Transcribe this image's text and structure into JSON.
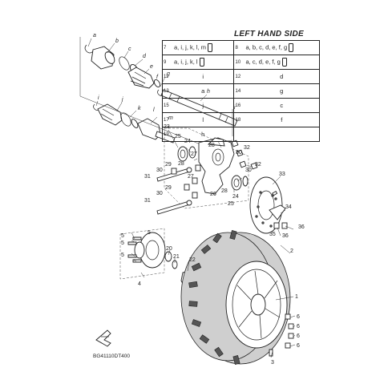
{
  "legend": {
    "title": "LEFT HAND SIDE",
    "row1": [
      {
        "num": "7",
        "val": "a, i, j, k, l, m",
        "icon": "grease-tube-icon"
      },
      {
        "num": "8",
        "val": "a, b, c, d, e, f, g",
        "icon": "grease-tube-icon"
      }
    ],
    "row2": [
      {
        "num": "9",
        "val": "a, i, j, k, l",
        "icon": "grease-tube-icon"
      },
      {
        "num": "10",
        "val": "a, c, d, e, f, g",
        "icon": "grease-tube-icon"
      }
    ],
    "rows": [
      [
        {
          "num": "11",
          "val": "i"
        },
        {
          "num": "12",
          "val": "d"
        }
      ],
      [
        {
          "num": "13",
          "val": "a"
        },
        {
          "num": "14",
          "val": "g"
        }
      ],
      [
        {
          "num": "15",
          "val": "j"
        },
        {
          "num": "16",
          "val": "c"
        }
      ],
      [
        {
          "num": "17",
          "val": "l"
        },
        {
          "num": "18",
          "val": "f"
        }
      ],
      [
        {
          "num": "19",
          "val": "h"
        },
        {
          "num": "",
          "val": ""
        }
      ]
    ]
  },
  "letters": [
    "a",
    "b",
    "c",
    "d",
    "e",
    "f",
    "g",
    "h",
    "i",
    "j",
    "k",
    "l",
    "m"
  ],
  "callouts": [
    "1",
    "2",
    "3",
    "4",
    "5",
    "6",
    "20",
    "21",
    "22",
    "23",
    "24",
    "25",
    "26",
    "27",
    "28",
    "29",
    "30",
    "31",
    "32",
    "33",
    "34",
    "35",
    "36"
  ],
  "diagram_code": "BG41110DT400",
  "colors": {
    "line": "#222222",
    "tread": "#cfcfcf",
    "background": "#ffffff"
  }
}
